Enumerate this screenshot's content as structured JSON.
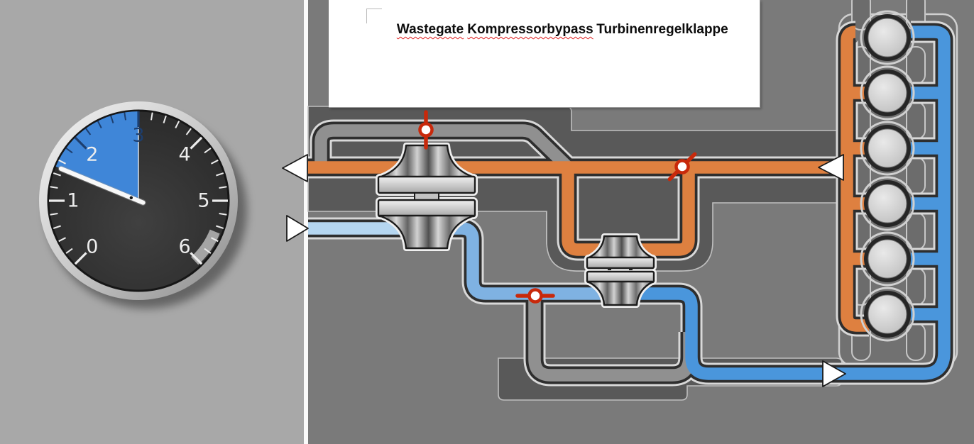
{
  "window": {
    "left_panel_bg": "#a8a8a8",
    "divider_color": "#fafafa",
    "diagram_bg": "#7a7a7a"
  },
  "gauge": {
    "min": 0,
    "max": 6,
    "value": 1.5,
    "blue_sector": {
      "from": 1.5,
      "to": 3
    },
    "tick_labels": [
      "0",
      "1",
      "2",
      "3",
      "4",
      "5",
      "6"
    ],
    "colors": {
      "sector": "#3f86d8",
      "rim": "#cfcfcf",
      "face": "#2b2b2b",
      "needle": "#f8f8f8",
      "label": "#ededed",
      "label_highlight": "#1d3e6e",
      "tick": "#ececec",
      "tick_in_sector": "#1d3e6e"
    }
  },
  "document": {
    "background": "#ffffff",
    "arrow_color": "#e32020",
    "labels": [
      {
        "text": "Wastegate",
        "misspelled": true
      },
      {
        "text": "Kompressorbypass",
        "misspelled": true
      },
      {
        "text": "Turbinenregelklappe",
        "misspelled": false
      }
    ]
  },
  "diagram": {
    "colors": {
      "exhaust": "#de8040",
      "intake_fresh": "#b5d6f0",
      "intake_stage1": "#7fb2e2",
      "intake_charge": "#4a96dc",
      "empty_pipe": "#909090",
      "pipe_casing": "#d8d8d8",
      "pipe_outline": "#2e2e2e",
      "hot_zone": "#595959",
      "valve": "#c8290b"
    },
    "flow_arrows": [
      "exhaust-outlet-left",
      "fresh-air-inlet-left",
      "exhaust-from-engine",
      "charge-air-to-engine"
    ]
  }
}
